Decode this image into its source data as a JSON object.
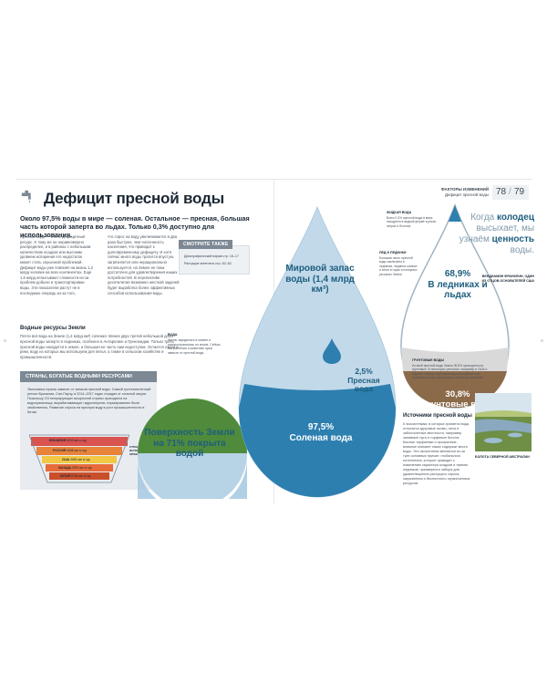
{
  "header": {
    "title": "Дефицит пресной воды",
    "lead": "Около 97,5% воды в мире — соленая. Остальное — пресная, большая часть которой заперта во льдах. Только 0,3% доступно для использования."
  },
  "body": {
    "col1": "Пресная вода — очень дефицитный ресурс. К тому же он неравномерно распределен, и в районах с небольшим количеством осадков или высоким уровнем испарения его недостаток может стать серьезной проблемой. Дефицит воды уже повлиял на жизнь 1,2 млрд человек на всех континентах. Еще 1,6 млрд испытывают сложности из-за проблем добычи и транспортировки воды. Эти показатели растут не в последнюю очередь из-за того,",
    "col2": "что спрос на воду увеличивается в два раза быстрее, чем численность населения, что приводит к долговременному дефициту. И хотя сейчас много воды тратится впустую, загрязняется или нерационально используется, на Земле ее пока достаточно для удовлетворения наших потребностей. В перспективе десятилетия возможно жесткой задачей будет выработка более эффективных способов использования воды."
  },
  "see_also": {
    "heading": "СМОТРИТЕ ТАКЖЕ",
    "items": [
      "Демографический взрыв стр. 16–17",
      "Растущие аппетиты стр. 62–63"
    ]
  },
  "resources": {
    "heading": "Водные ресурсы Земли",
    "text": "Почти вся вода на Земле (1,4 млрд км³) соленая. Менее двух третей небольшой доли пресной воды заперто в ледниках, особенно в Антарктике и Гренландии. Только треть пресной воды находится в земле, и большая ее часть нам недоступна. Остается озера и реки, воду из которых мы используем для питья, а также в сельском хозяйстве и промышленности."
  },
  "rich": {
    "heading": "СТРАНЫ, БОГАТЫЕ ВОДНЫМИ РЕСУРСАМИ",
    "text": "Экономика страны зависит от запасов пресной воды. Самый густонаселенный регион Бразилии, Сан-Паулу, в 2014–2017 годах страдал от сильной засухи. Поскольку 2/3 генерирующих мощностей страны приходятся на водохранилища, вырабатывающие гидроэнергию, нормированию были свойственны. Развитие спроса на пресную воду в рост промышленности в Китае.",
    "countries": [
      {
        "name": "БРАЗИЛИЯ",
        "value": "8233 км³ в год"
      },
      {
        "name": "РОССИЯ",
        "value": "4508 км³ в год"
      },
      {
        "name": "США",
        "value": "3069 км³ в год"
      },
      {
        "name": "КАНАДА",
        "value": "2902 км³ в год"
      },
      {
        "name": "КИТАЙ",
        "value": "2738 км³ в год"
      }
    ],
    "legend": "СТРАНЫ, КОТОРЫЕ ИСПОЛЬЗУЮТ НАИБОЛЬШИЕ ОБЪЕМЫ ПРЕСНОЙ ВОДЫ"
  },
  "water_note": {
    "label": "ВОДА",
    "text": "Жизнь зародилась в океане и распространилась по земле. Сейчас все растения и животные суши зависят от пресной воды."
  },
  "surface": "Поверхность Земли на 71% покрыта водой",
  "world": {
    "label": "Мировой запас воды (1,4 млрд км³)",
    "fresh_pct": "2,5%",
    "fresh_label": "Пресная вода",
    "salt_pct": "97,5%",
    "salt_label": "Соленая вода"
  },
  "fresh_breakdown": {
    "liquid_label": "ЖИДКАЯ ВОДА",
    "liquid_text": "Всего 0,3% пресной воды в мире находится в жидкой форме в реках, озерах и болотах",
    "ice_label": "ЛЕД И ЛЕДНИКИ",
    "ice_text": "Большая часть пресной воды заключена в ледниках, ледяных шапках и снеге в горах и полярных регионах Земли",
    "ice_pct": "68,9%",
    "ice_name": "В ледниках и льдах",
    "ground_label": "ГРУНТОВЫЕ ВОДЫ",
    "ground_text": "Из всей пресной воды Земли 30,8% приходится на грунтовые. В некоторых регионах, например в США и Африке, запасы грунтовых вод истощаются: они применяются для орошения в сельском хозяйстве",
    "ground_pct": "30,8%",
    "ground_name": "Грунтовые воды"
  },
  "page": {
    "section": "ФАКТОРЫ ИЗМЕНЕНИЙ",
    "subsection": "Дефицит пресной воды",
    "left": "78",
    "right": "79"
  },
  "quote": {
    "part1": "Когда ",
    "bold1": "колодец",
    "part2": " высыхает, ",
    "part3": "мы узнаём ",
    "bold2": "ценность",
    "part4": " воды."
  },
  "quote_author": "ВЕНДИАМИН ФРАНКЛИН, ОДИН ИЗ ОТЦОВ-ОСНОВАТЕЛЕЙ США",
  "sources": {
    "heading": "Источники пресной воды",
    "text": "К экосистемам, в которых хранится вода, относятся здоровые почвы, леса и заболоченные местности, например заливные луга и торфяные болота. Кислые торфяники и прозрачные, влажное климате также содержат много воды. Эти экосистемы меняются из-за трех основных причин: глобального потепления, которое приводит к изменению характера осадков и таянию ледников; чрезмерного забора для удовлетворения растущего спроса; загрязнения и бесплотного ограниченных ресурсов.",
    "photo_caption": "БОЛОТА СЕВЕРНОЙ АВСТРАЛИИ"
  },
  "colors": {
    "drop_light": "#c9dcea",
    "drop_mid": "#7fb2d3",
    "drop_dark": "#2d7fb0",
    "navy": "#1e5e7e",
    "earth_green": "#4f8b3b",
    "soil": "#8b6a4a",
    "grey_panel": "#7c8893"
  }
}
